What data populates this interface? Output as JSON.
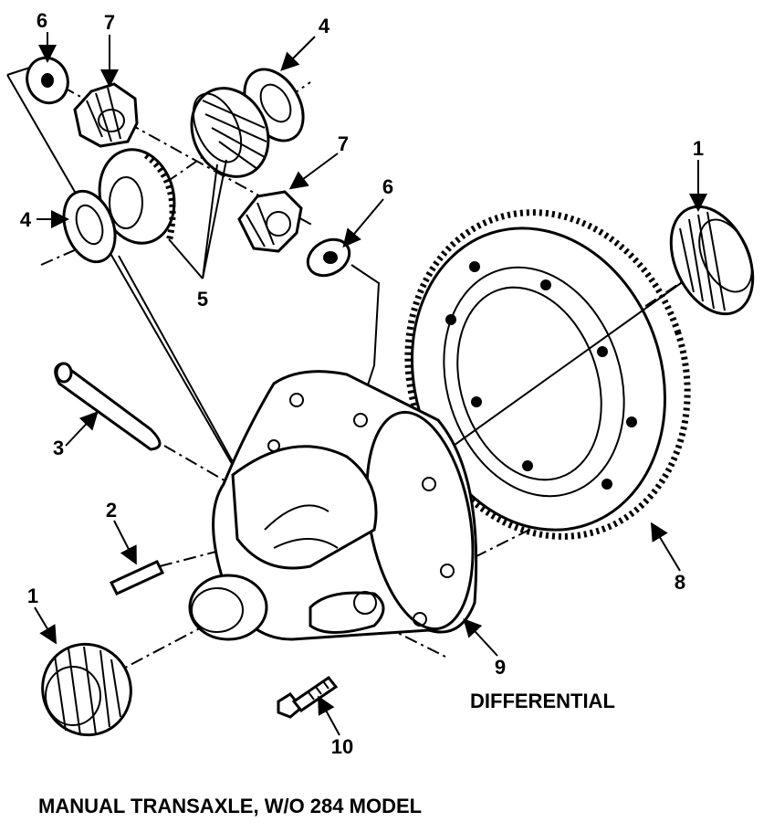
{
  "title": "DIFFERENTIAL",
  "caption": "MANUAL TRANSAXLE, W/O 284 MODEL",
  "callouts": {
    "c6a": "6",
    "c7a": "7",
    "c4a": "4",
    "c7b": "7",
    "c6b": "6",
    "c4b": "4",
    "c5": "5",
    "c3": "3",
    "c2": "2",
    "c1a": "1",
    "c1b": "1",
    "c8": "8",
    "c9": "9",
    "c10": "10"
  }
}
